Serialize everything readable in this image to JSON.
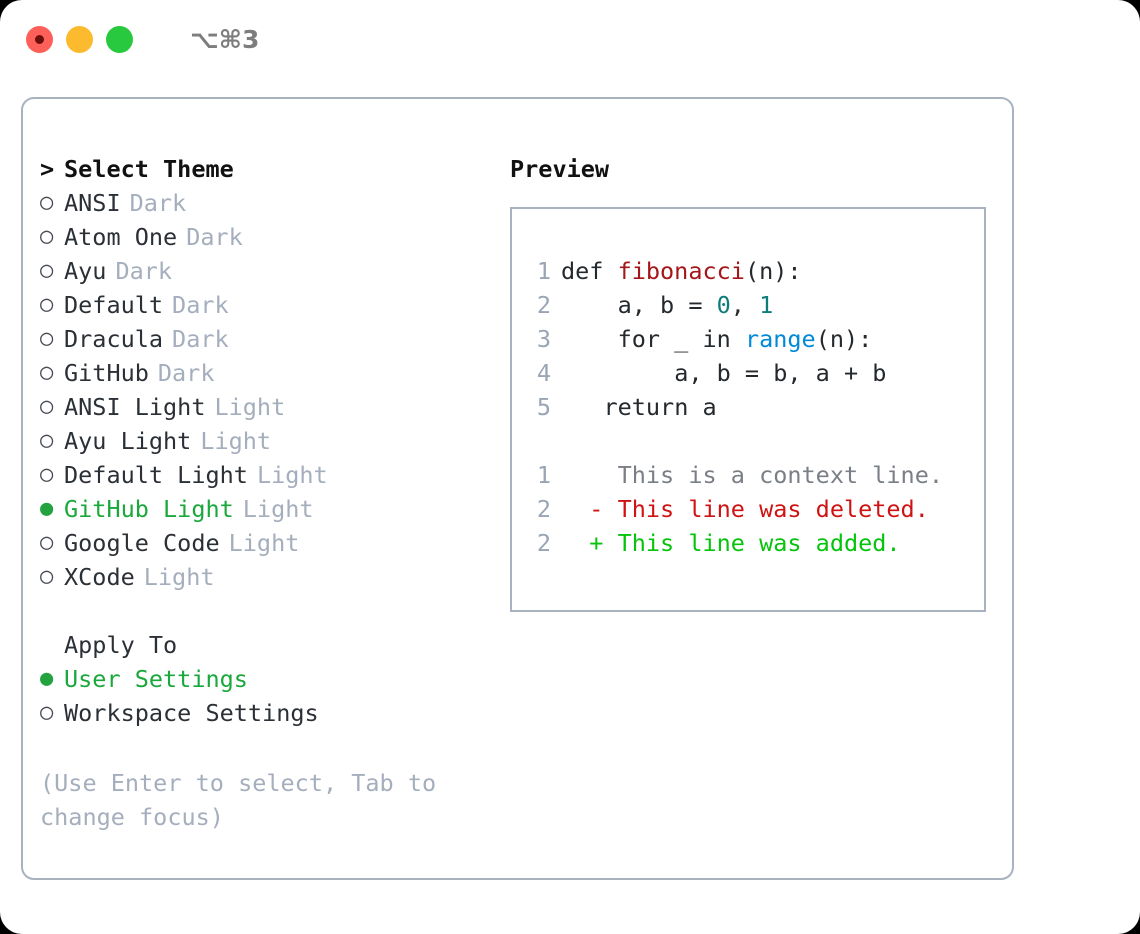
{
  "titlebar": {
    "shortcut": "⌥⌘3",
    "dots": [
      "close-record",
      "minimize",
      "maximize"
    ]
  },
  "theme_panel": {
    "header_marker": ">",
    "header": "Select Theme",
    "items": [
      {
        "marker": "○",
        "name": "ANSI",
        "tag": "Dark",
        "selected": false
      },
      {
        "marker": "○",
        "name": "Atom One",
        "tag": "Dark",
        "selected": false
      },
      {
        "marker": "○",
        "name": "Ayu",
        "tag": "Dark",
        "selected": false
      },
      {
        "marker": "○",
        "name": "Default",
        "tag": "Dark",
        "selected": false
      },
      {
        "marker": "○",
        "name": "Dracula",
        "tag": "Dark",
        "selected": false
      },
      {
        "marker": "○",
        "name": "GitHub",
        "tag": "Dark",
        "selected": false
      },
      {
        "marker": "○",
        "name": "ANSI Light",
        "tag": "Light",
        "selected": false
      },
      {
        "marker": "○",
        "name": "Ayu Light",
        "tag": "Light",
        "selected": false
      },
      {
        "marker": "○",
        "name": "Default Light",
        "tag": "Light",
        "selected": false
      },
      {
        "marker": "●",
        "name": "GitHub Light",
        "tag": "Light",
        "selected": true
      },
      {
        "marker": "○",
        "name": "Google Code",
        "tag": "Light",
        "selected": false
      },
      {
        "marker": "○",
        "name": "XCode",
        "tag": "Light",
        "selected": false
      }
    ]
  },
  "apply_to": {
    "header": "Apply To",
    "items": [
      {
        "marker": "●",
        "name": "User Settings",
        "selected": true
      },
      {
        "marker": "○",
        "name": "Workspace Settings",
        "selected": false
      }
    ]
  },
  "hint": "(Use Enter to select, Tab to change focus)",
  "preview": {
    "title": "Preview",
    "code_lines": [
      {
        "no": "1",
        "indent": "",
        "parts": [
          {
            "t": "def ",
            "c": "plain"
          },
          {
            "t": "fibonacci",
            "c": "fn"
          },
          {
            "t": "(n):",
            "c": "plain"
          }
        ]
      },
      {
        "no": "2",
        "indent": "    ",
        "parts": [
          {
            "t": "a, b = ",
            "c": "plain"
          },
          {
            "t": "0",
            "c": "num"
          },
          {
            "t": ", ",
            "c": "plain"
          },
          {
            "t": "1",
            "c": "num"
          }
        ]
      },
      {
        "no": "3",
        "indent": "    ",
        "parts": [
          {
            "t": "for _ in ",
            "c": "plain"
          },
          {
            "t": "range",
            "c": "call"
          },
          {
            "t": "(n):",
            "c": "plain"
          }
        ]
      },
      {
        "no": "4",
        "indent": "        ",
        "parts": [
          {
            "t": "a, b = b, a + b",
            "c": "plain"
          }
        ]
      },
      {
        "no": "5",
        "indent": "   ",
        "parts": [
          {
            "t": "return a",
            "c": "plain"
          }
        ]
      }
    ],
    "diff_lines": [
      {
        "no": "1",
        "sign": " ",
        "text": "This is a context line.",
        "kind": "ctx"
      },
      {
        "no": "2",
        "sign": "-",
        "text": "This line was deleted.",
        "kind": "del"
      },
      {
        "no": "2",
        "sign": "+",
        "text": "This line was added.",
        "kind": "add"
      }
    ]
  },
  "colors": {
    "accent_green": "#1aa83c",
    "border": "#a9b3c0",
    "muted": "#a5aebd",
    "fn_red": "#a4161a",
    "num_teal": "#0e7c7b",
    "call_blue": "#0089d6",
    "diff_del": "#cf1313",
    "diff_add": "#05c40b"
  }
}
